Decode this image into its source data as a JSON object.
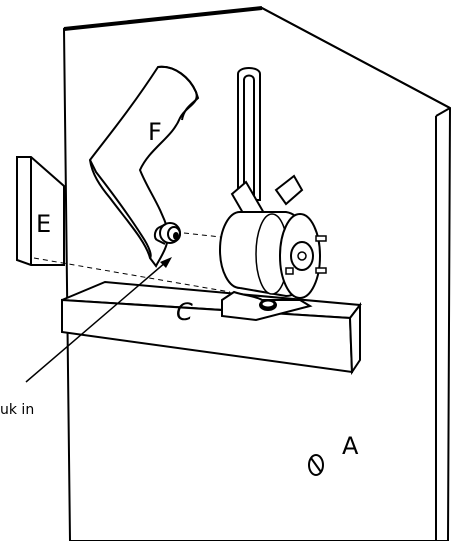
{
  "labels": {
    "panel": "A",
    "shelf": "C",
    "bracket": "E",
    "arm": "F",
    "callout": "uk in"
  },
  "colors": {
    "ink": "#000000",
    "paper": "#ffffff",
    "shade": "#d8d8d8"
  }
}
